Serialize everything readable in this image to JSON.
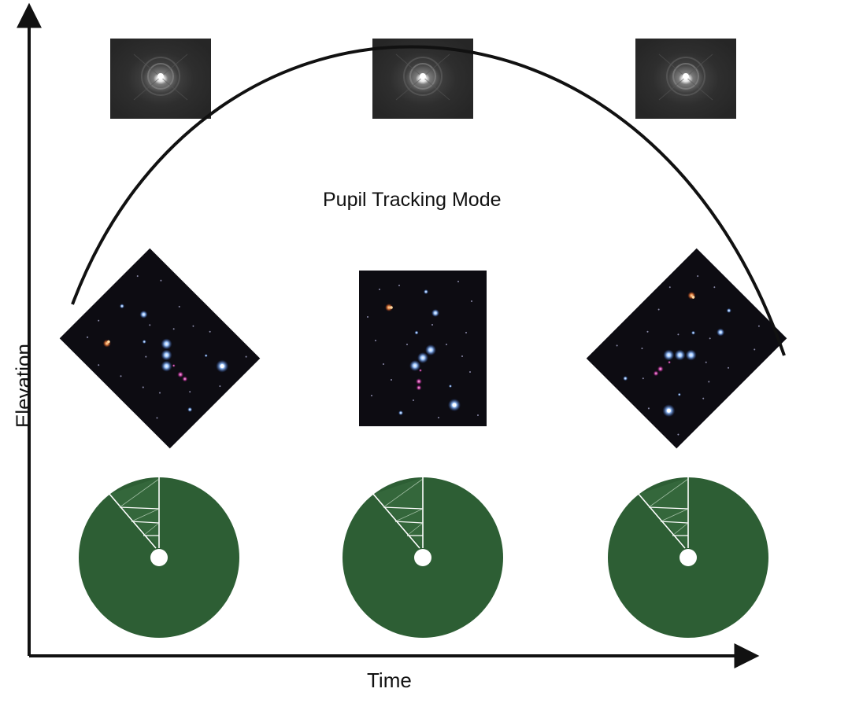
{
  "diagram": {
    "title": "Pupil Tracking Mode",
    "x_axis_label": "Time",
    "y_axis_label": "Elevation",
    "elevation_curve": "arc",
    "psf_images": [
      {
        "icon": "psf-star-image-icon"
      },
      {
        "icon": "psf-star-image-icon"
      },
      {
        "icon": "psf-star-image-icon"
      }
    ],
    "field_images": [
      {
        "icon": "star-field-image-icon",
        "rotation_deg": -45
      },
      {
        "icon": "star-field-image-icon",
        "rotation_deg": 0
      },
      {
        "icon": "star-field-image-icon",
        "rotation_deg": 45
      }
    ],
    "pupil_images": [
      {
        "icon": "telescope-pupil-icon"
      },
      {
        "icon": "telescope-pupil-icon"
      },
      {
        "icon": "telescope-pupil-icon"
      }
    ],
    "colors": {
      "axis": "#111111",
      "curve": "#111111",
      "pupil": "#2d5e34",
      "sky": "#0d0c12",
      "psf_background": "#2c2c2c"
    }
  }
}
